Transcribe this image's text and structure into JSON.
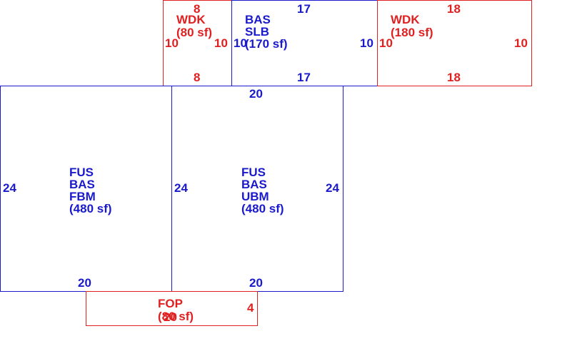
{
  "colors": {
    "blue": "#1a1acc",
    "red": "#e02020"
  },
  "areas": {
    "wdk_small": {
      "code": "WDK",
      "size": "(80 sf)",
      "top": "8",
      "bottom": "8",
      "left": "10",
      "right": "10"
    },
    "bas_slb": {
      "codes": "BAS\nSLB",
      "size": "(170 sf)",
      "top": "17",
      "bottom": "17",
      "left": "10",
      "right": "10"
    },
    "wdk_large": {
      "code": "WDK",
      "size": "(180 sf)",
      "top": "18",
      "bottom": "18",
      "left": "10",
      "right": "10"
    },
    "fus_fbm": {
      "label": "FUS\nBAS\nFBM\n(480 sf)",
      "left": "24",
      "bottom": "20"
    },
    "fus_ubm": {
      "label": "FUS\nBAS\nUBM\n(480 sf)",
      "top": "20",
      "left": "24",
      "right": "24",
      "bottom": "20"
    },
    "fop": {
      "code": "FOP",
      "size": "(80 sf)",
      "overlap": "20",
      "right": "4"
    }
  }
}
